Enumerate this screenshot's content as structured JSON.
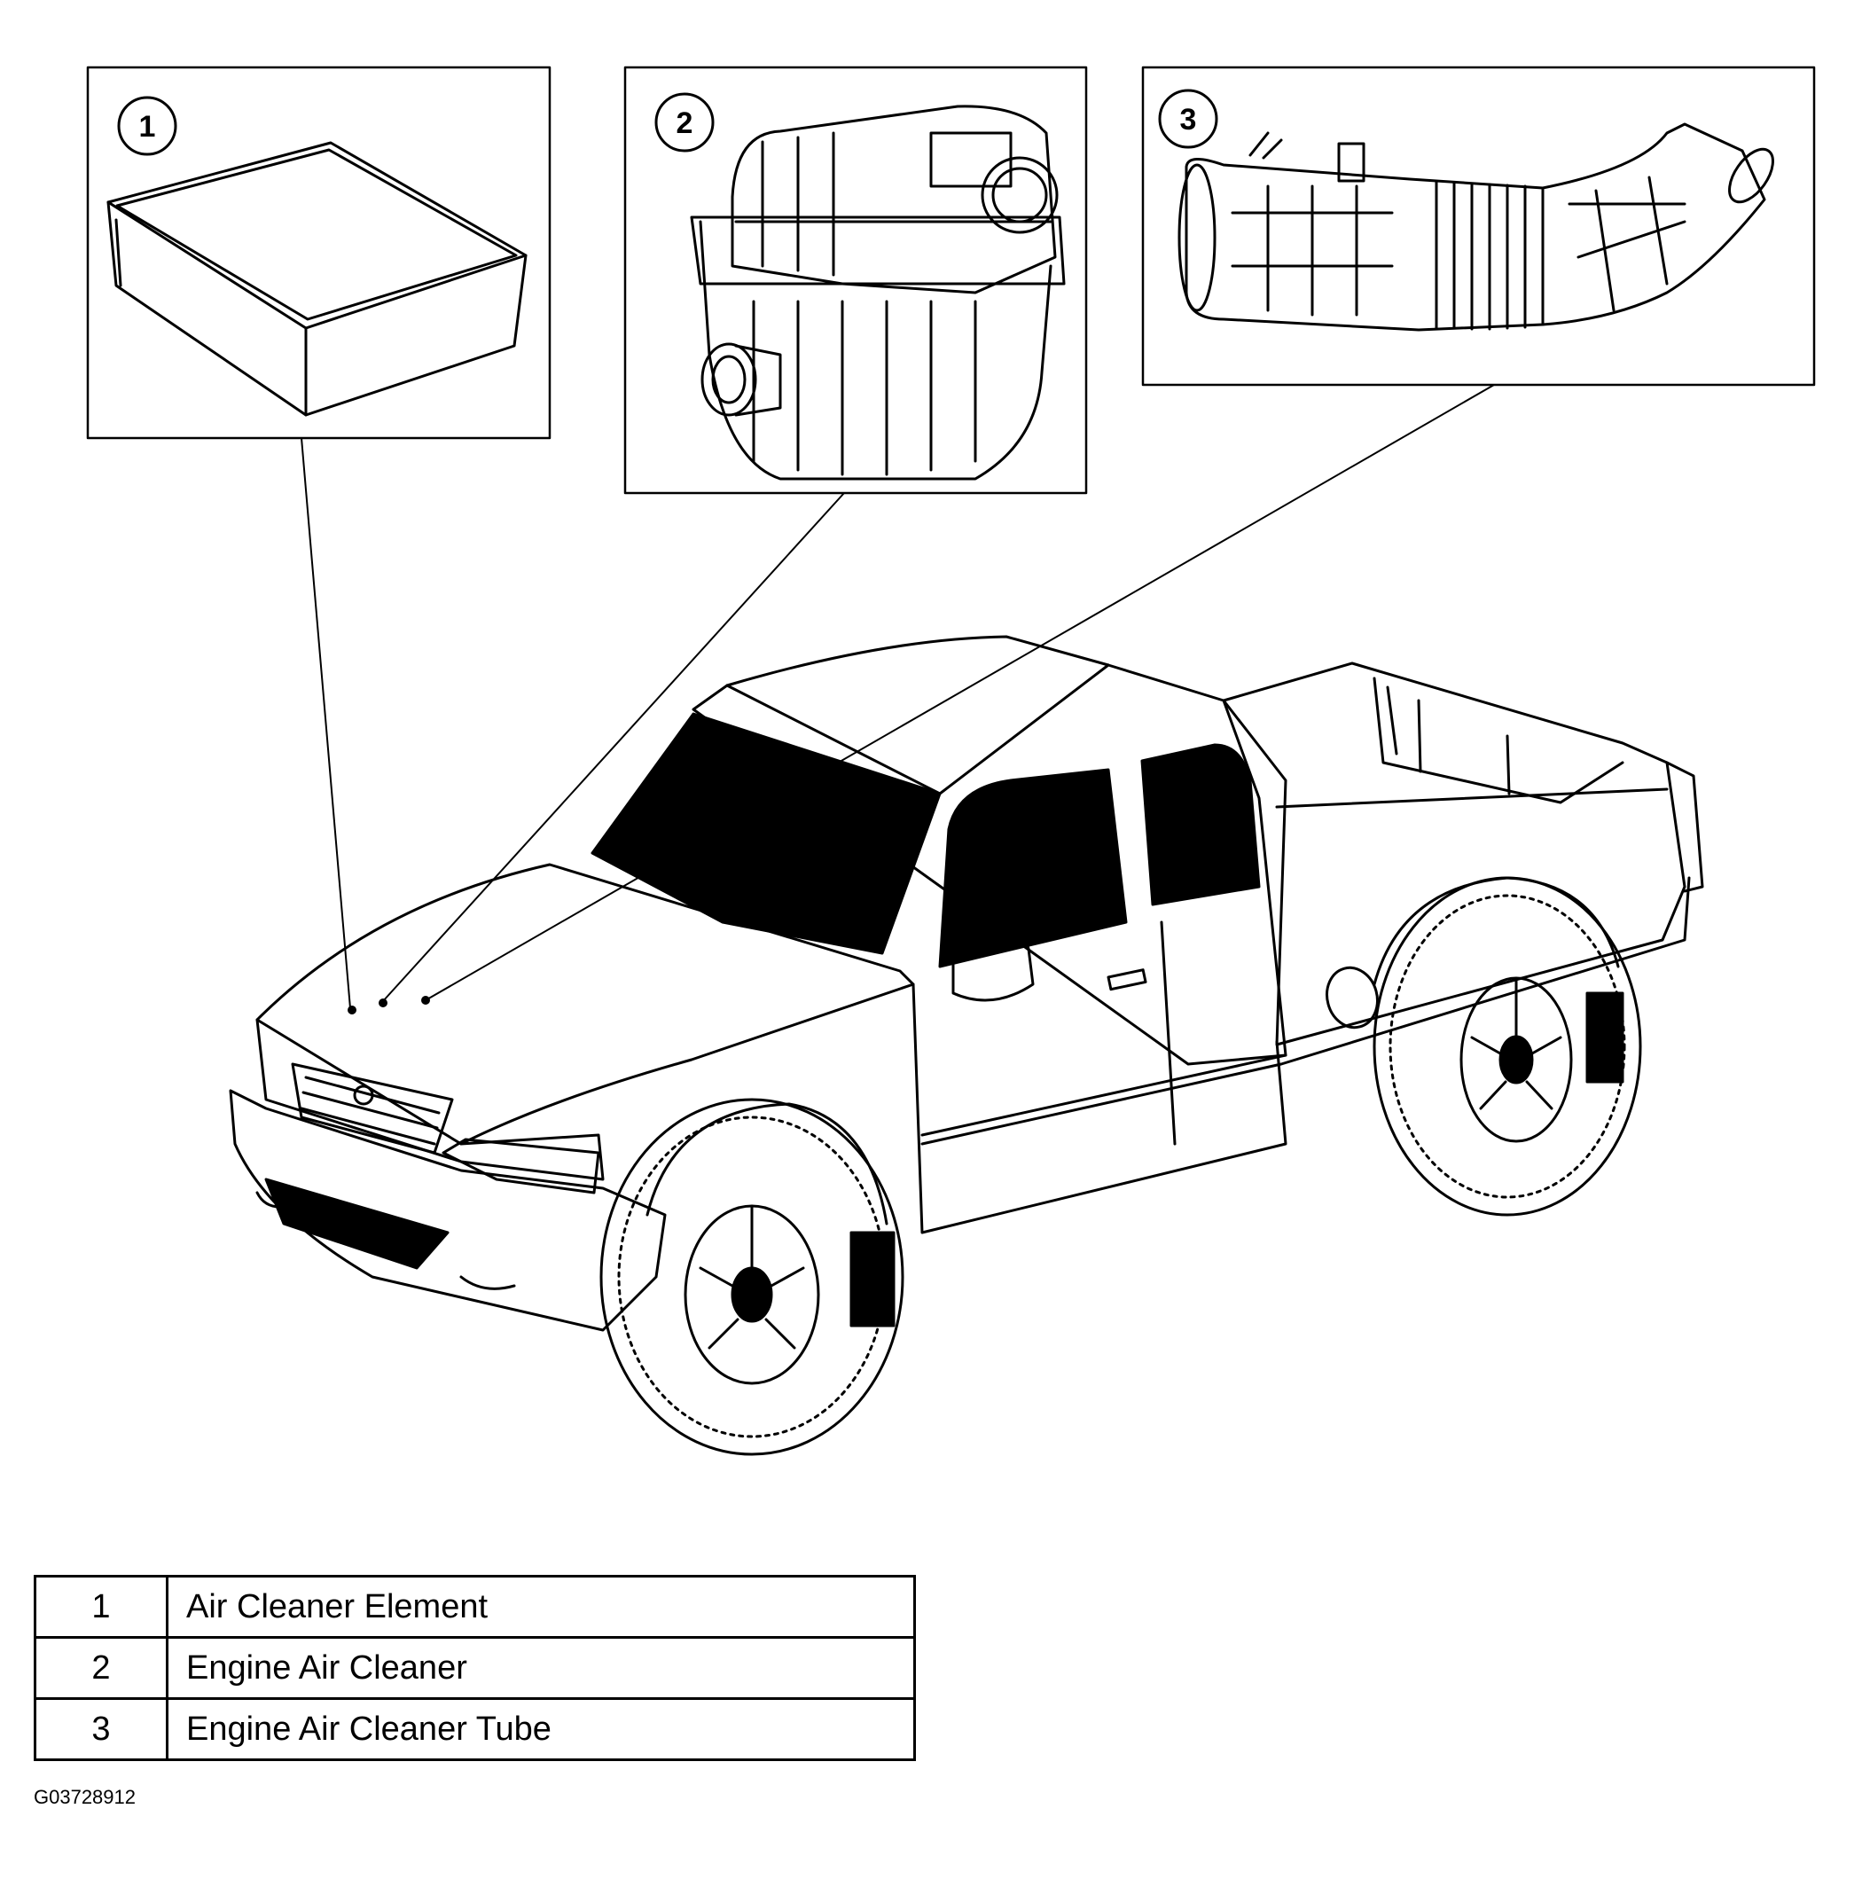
{
  "callouts": [
    {
      "number": "1",
      "icon": "air-filter-icon"
    },
    {
      "number": "2",
      "icon": "air-cleaner-box-icon"
    },
    {
      "number": "3",
      "icon": "intake-tube-icon"
    }
  ],
  "legend": [
    {
      "number": "1",
      "label": "Air Cleaner Element"
    },
    {
      "number": "2",
      "label": "Engine Air Cleaner"
    },
    {
      "number": "3",
      "label": "Engine Air Cleaner Tube"
    }
  ],
  "figure_id": "G03728912",
  "colors": {
    "ink": "#000000",
    "paper": "#ffffff"
  }
}
